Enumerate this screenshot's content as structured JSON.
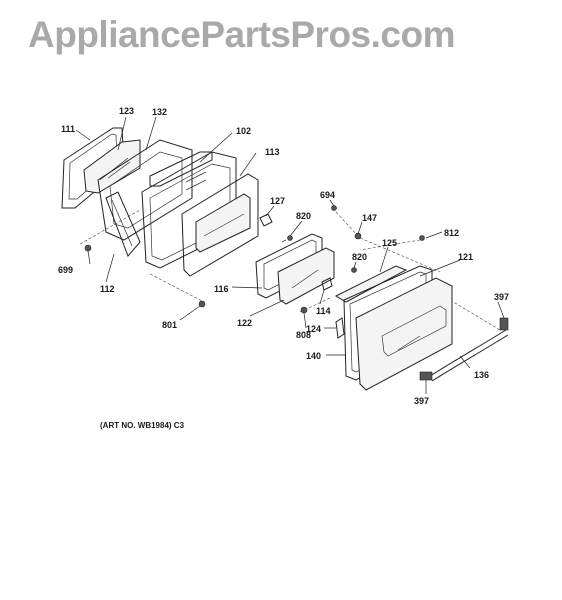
{
  "watermark": "AppliancePartsPros.com",
  "art_note": "(ART NO. WB1984) C3",
  "callouts": {
    "p111": "111",
    "p123": "123",
    "p132": "132",
    "p102": "102",
    "p113": "113",
    "p694": "694",
    "p127": "127",
    "p820a": "820",
    "p147": "147",
    "p812": "812",
    "p125": "125",
    "p121": "121",
    "p820b": "820",
    "p699": "699",
    "p112": "112",
    "p116": "116",
    "p397a": "397",
    "p801": "801",
    "p122": "122",
    "p114": "114",
    "p808": "808",
    "p124": "124",
    "p140": "140",
    "p136": "136",
    "p397b": "397"
  }
}
